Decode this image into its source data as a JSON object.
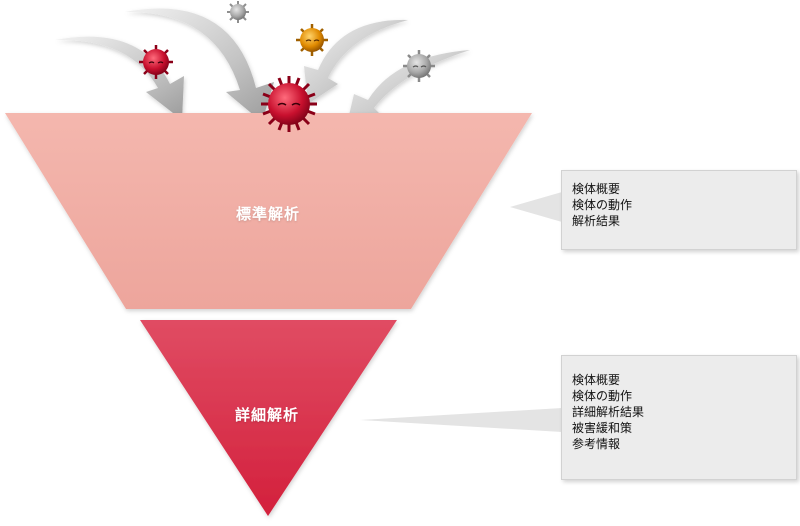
{
  "funnel": {
    "standard": {
      "label": "標準解析",
      "color": "#f0aaa2"
    },
    "detailed": {
      "label": "詳細解析",
      "color": "#dc4058"
    }
  },
  "callouts": {
    "standard": {
      "items": [
        "検体概要",
        "検体の動作",
        "解析結果"
      ]
    },
    "detailed": {
      "items": [
        "検体概要",
        "検体の動作",
        "詳細解析結果",
        "被害緩和策",
        "参考情報"
      ]
    }
  },
  "icons": {
    "virus_red": "virus-icon",
    "virus_orange": "virus-icon",
    "virus_gray": "virus-icon",
    "arrow": "curved-arrow-icon"
  },
  "colors": {
    "virus_red": "#c8102e",
    "virus_orange": "#e08a00",
    "virus_gray": "#a8a8a8",
    "arrow": "#c0c0c0",
    "callout_bg": "#ececec"
  }
}
